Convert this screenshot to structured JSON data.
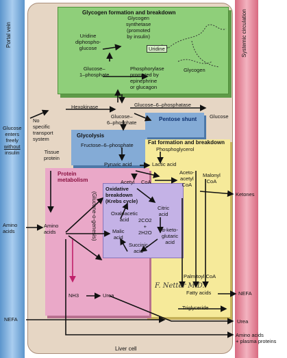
{
  "colors": {
    "portal_vein": "#7fb3e0",
    "systemic": "#e8889a",
    "liver": "#e8d8c8",
    "glycogen_box": "#8fcf7a",
    "glycolysis_box": "#7da9d6",
    "pentose_box": "#7da9d6",
    "fat_box": "#f6ea9a",
    "protein_box": "#eaa8c8",
    "krebs_box": "#c4b2e6",
    "pink_arrow": "#c0206a"
  },
  "left_vessel": {
    "label_1": "Portal",
    "label_2": "vein"
  },
  "right_vessel": {
    "label_1": "Systemic",
    "label_2": "circulation"
  },
  "liver_label": "Liver cell",
  "glycogen": {
    "title": "Glycogen formation and breakdown",
    "udp_1": "Uridine",
    "udp_2": "diphospho-",
    "udp_3": "glucose",
    "synth_1": "Glycogen",
    "synth_2": "synthetase",
    "synth_3": "(promoted",
    "synth_4": "by insulin)",
    "uridine": "Uridine",
    "glycogen_label": "Glycogen",
    "g1p_1": "Glucose–",
    "g1p_2": "1–phosphate",
    "phos_1": "Phosphorylase",
    "phos_2": "promoted by",
    "phos_3": "epinephrine",
    "phos_4": "or glucagon"
  },
  "entry": {
    "glucose_in_1": "Glucose",
    "glucose_in_2": "enters",
    "glucose_in_3": "freely",
    "glucose_in_4": "without",
    "glucose_in_5": "insulin",
    "transport_1": "No",
    "transport_2": "specific",
    "transport_3": "transport",
    "transport_4": "system",
    "hexokinase": "Hexokinase",
    "g6p_1": "Glucose–",
    "g6p_2": "6–phosphate",
    "g6pase": "Glucose–6–phosphatase",
    "glucose_out": "Glucose"
  },
  "glycolysis": {
    "title": "Glycolysis",
    "f6p": "Fructose–6–phosphate",
    "pentose": "Pentose shunt"
  },
  "fat": {
    "title": "Fat formation and breakdown",
    "phosphoglycerol": "Phosphoglycerol",
    "acetoacetyl_1": "Aceto-",
    "acetoacetyl_2": "acetyl",
    "acetoacetyl_3": "CoA",
    "malonyl_1": "Malonyl",
    "malonyl_2": "CoA",
    "ketones": "Ketones",
    "palmitoyl": "Palmitoyl CoA",
    "fatty_acids": "Fatty acids",
    "triglyceride": "Triglyceride",
    "nefa_out": "NEFA"
  },
  "pyruvate": {
    "pyruvic": "Pyruvic acid",
    "lactic": "Lactic acid",
    "acetyl": "Acetyl",
    "coa": "CoA"
  },
  "protein": {
    "title_1": "Protein",
    "title_2": "metabolism",
    "tissue_1": "Tissue",
    "tissue_2": "protein",
    "amino_in_1": "Amino",
    "amino_in_2": "acids",
    "amino_1": "Amino",
    "amino_2": "acids",
    "gluconeo": "(Glucone-o-genesis)",
    "nh3": "NH3",
    "urea": "Urea"
  },
  "krebs": {
    "title_1": "Oxidative",
    "title_2": "breakdown",
    "title_3": "(Krebs cycle)",
    "citric_1": "Citric",
    "citric_2": "acid",
    "oxalo_1": "Oxaloacetic",
    "oxalo_2": "acid",
    "co2": "2CO2",
    "plus": "+",
    "h2o": "2H2O",
    "akg_1": "α-keto-",
    "akg_2": "glutaric",
    "akg_3": "acid",
    "malic_1": "Malic",
    "malic_2": "acid",
    "succinic_1": "Succinic",
    "succinic_2": "acid"
  },
  "bottom": {
    "nefa_in": "NEFA",
    "urea_out": "Urea",
    "aa_out_1": "Amino acids",
    "aa_out_2": "+ plasma proteins"
  },
  "signature": "F. Netter M.D."
}
